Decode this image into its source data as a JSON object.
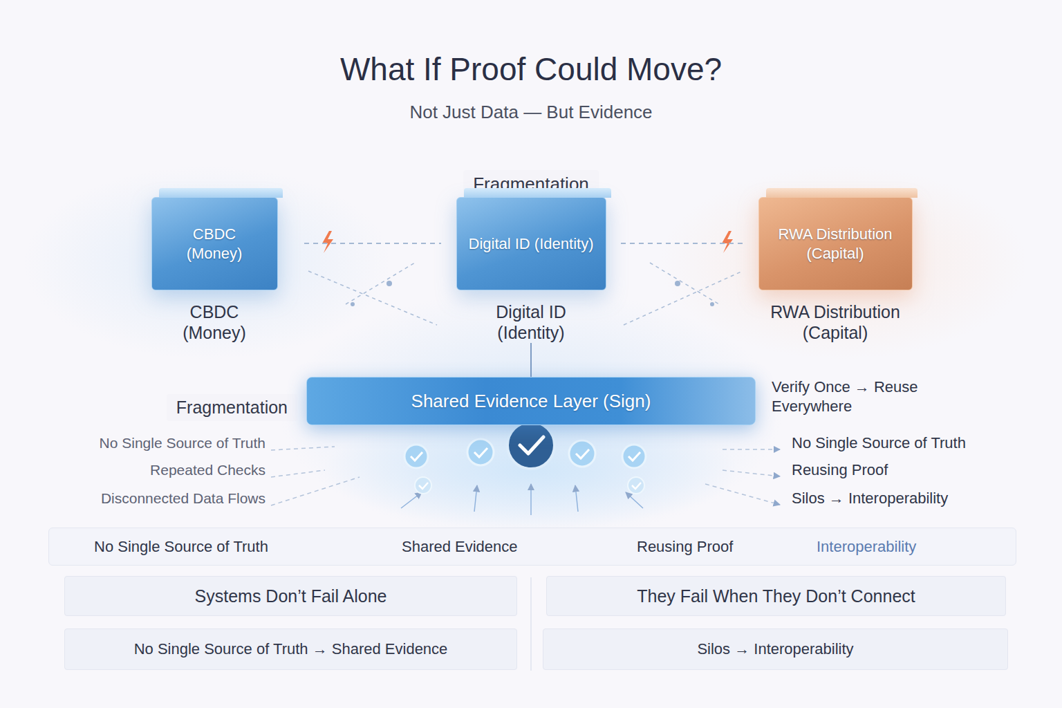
{
  "diagram": {
    "title": "What If Proof Could Move?",
    "nodes": [
      {
        "text": [
          "CBDC (Money)",
          "CBDC (Money)"
        ]
      },
      {
        "text": [
          "Digital ID (Identity)",
          "Digital ID (Identity)"
        ]
      },
      {
        "text": [
          "RWA Distribution (Capital)",
          "RWA Distribution (Capital)"
        ]
      },
      {
        "text": [
          "Shared Evidence Layer (Sign)"
        ]
      },
      {
        "text": [
          "No Single Source of Truth",
          "Shared Evidence",
          "Reusing Proof",
          "Interoperability"
        ]
      },
      {
        "text": [
          "Systems Don’t Fail Alone"
        ]
      },
      {
        "text": [
          "They Fail When They Don’t Connect"
        ]
      },
      {
        "text": [
          "No Single Source of Truth → Shared Evidence"
        ]
      },
      {
        "text": [
          "Silos → Interoperability"
        ]
      }
    ],
    "edges": [
      {
        "from": 0,
        "to": 1,
        "arrow": "none"
      },
      {
        "from": 1,
        "to": 2,
        "arrow": "none"
      },
      {
        "from": 1,
        "to": 3,
        "arrow": "none"
      }
    ],
    "labels": [
      "Not Just Data — But Evidence",
      "Fragmentation",
      "Fragmentation",
      "No Single Source of Truth",
      "Repeated Checks",
      "Disconnected Data Flows",
      "Verify Once → Reuse Everywhere",
      "No Single Source of Truth",
      "Reusing Proof",
      "Silos → Interoperability"
    ]
  }
}
